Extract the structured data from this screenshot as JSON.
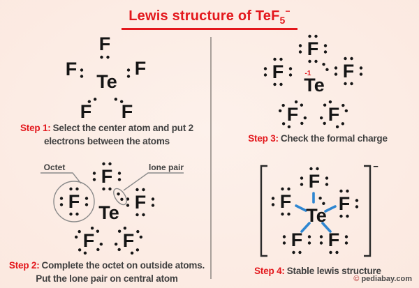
{
  "title": {
    "text": "Lewis structure of TeF",
    "subscript": "5",
    "superscript": "−"
  },
  "molecule": {
    "central_atom": "Te",
    "outer_atom": "F",
    "formal_charge": "-1",
    "ion_charge": "−"
  },
  "steps": {
    "step1": {
      "label": "Step 1:",
      "line1": "Select the center atom and put 2",
      "line2": "electrons between the atoms"
    },
    "step2": {
      "label": "Step 2:",
      "line1": "Complete the octet on outside atoms.",
      "line2": "Put the lone pair on central atom"
    },
    "step3": {
      "label": "Step 3:",
      "text": "Check the formal charge"
    },
    "step4": {
      "label": "Step 4:",
      "text": "Stable lewis structure"
    }
  },
  "annotations": {
    "octet": "Octet",
    "lone_pair": "lone pair"
  },
  "footer": {
    "symbol": "©",
    "site": "pediabay.com"
  },
  "colors": {
    "background": "#fcebe2",
    "accent_red": "#e3171c",
    "text_dark": "#3f3f3f",
    "bond_blue": "#2e86d1",
    "dot_black": "#161616",
    "annotation_gray": "#8a8a8a"
  }
}
